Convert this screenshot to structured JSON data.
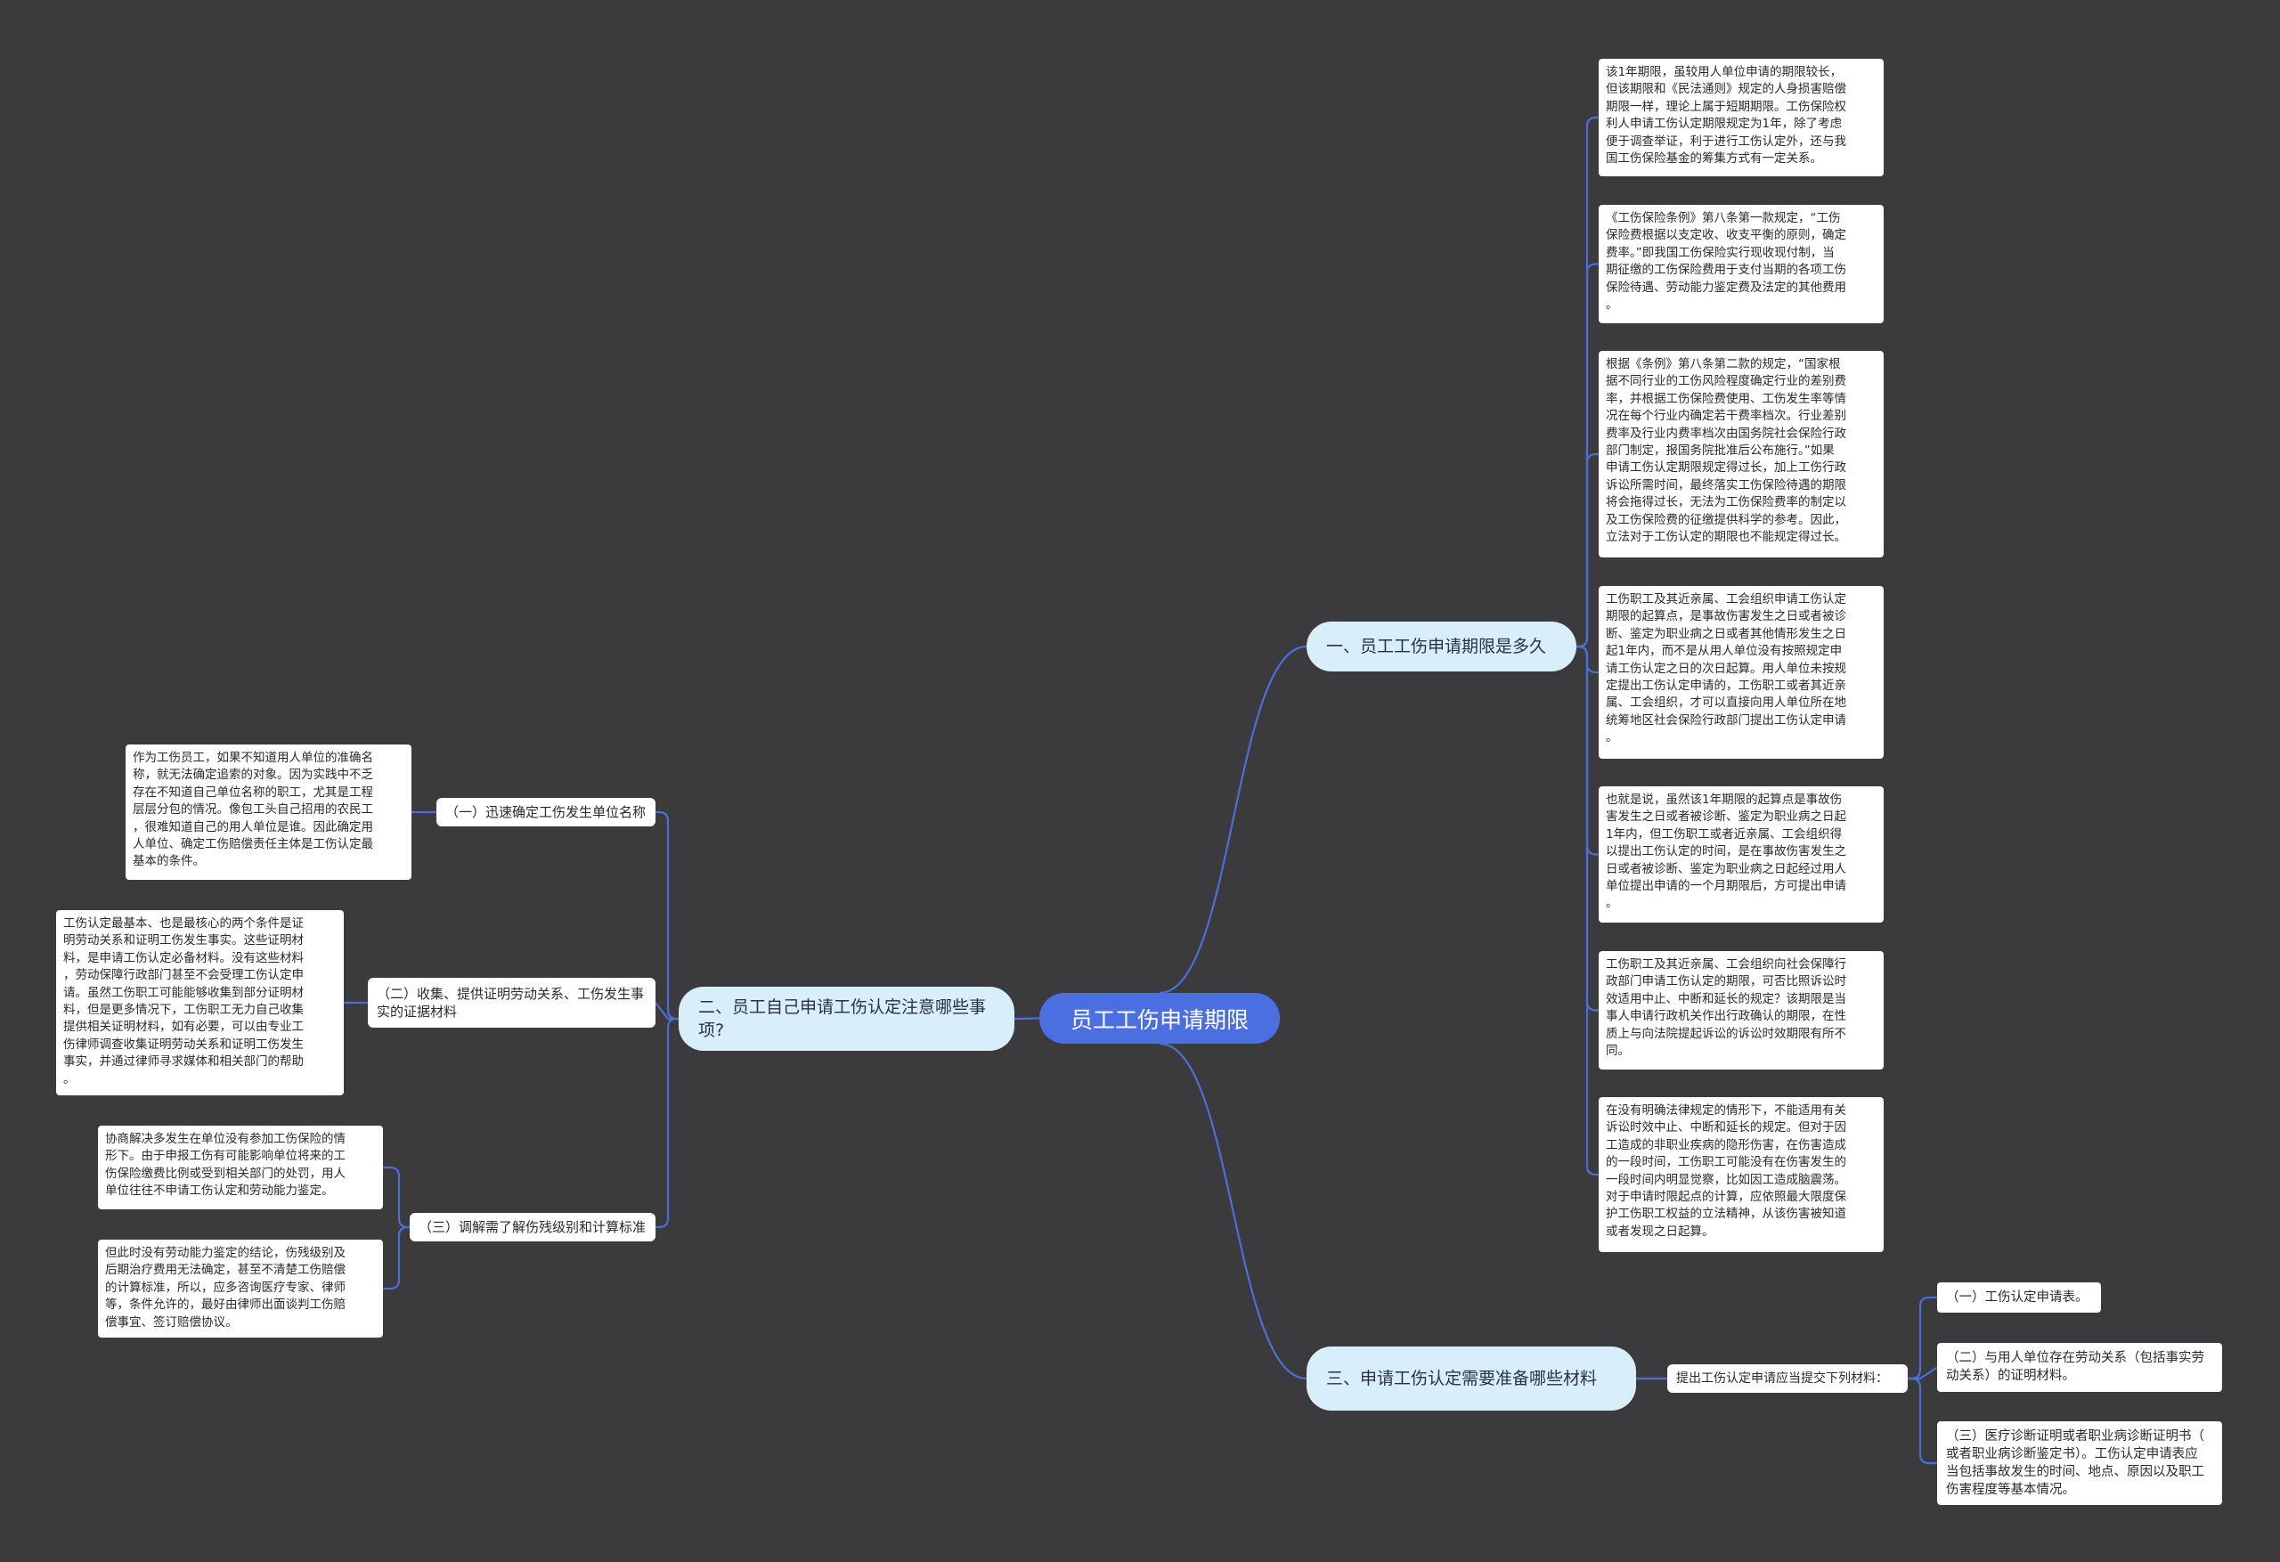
{
  "root": {
    "label": "员工工伤申请期限"
  },
  "branch1": {
    "label": "一、员工工伤申请期限是多久",
    "leaves": [
      "该1年期限，虽较用人单位申请的期限较长，\n但该期限和《民法通则》规定的人身损害赔偿\n期限一样，理论上属于短期期限。工伤保险权\n利人申请工伤认定期限规定为1年，除了考虑\n便于调查举证，利于进行工伤认定外，还与我\n国工伤保险基金的筹集方式有一定关系。",
      "《工伤保险条例》第八条第一款规定，“工伤\n保险费根据以支定收、收支平衡的原则，确定\n费率。”即我国工伤保险实行现收现付制，当\n期征缴的工伤保险费用于支付当期的各项工伤\n保险待遇、劳动能力鉴定费及法定的其他费用\n。",
      "根据《条例》第八条第二款的规定，“国家根\n据不同行业的工伤风险程度确定行业的差别费\n率，并根据工伤保险费使用、工伤发生率等情\n况在每个行业内确定若干费率档次。行业差别\n费率及行业内费率档次由国务院社会保险行政\n部门制定，报国务院批准后公布施行。”如果\n申请工伤认定期限规定得过长，加上工伤行政\n诉讼所需时间，最终落实工伤保险待遇的期限\n将会拖得过长，无法为工伤保险费率的制定以\n及工伤保险费的征缴提供科学的参考。因此，\n立法对于工伤认定的期限也不能规定得过长。",
      "工伤职工及其近亲属、工会组织申请工伤认定\n期限的起算点，是事故伤害发生之日或者被诊\n断、鉴定为职业病之日或者其他情形发生之日\n起1年内，而不是从用人单位没有按照规定申\n请工伤认定之日的次日起算。用人单位未按规\n定提出工伤认定申请的，工伤职工或者其近亲\n属、工会组织，才可以直接向用人单位所在地\n统筹地区社会保险行政部门提出工伤认定申请\n。",
      "也就是说，虽然该1年期限的起算点是事故伤\n害发生之日或者被诊断、鉴定为职业病之日起\n1年内，但工伤职工或者近亲属、工会组织得\n以提出工伤认定的时间，是在事故伤害发生之\n日或者被诊断、鉴定为职业病之日起经过用人\n单位提出申请的一个月期限后，方可提出申请\n。",
      "工伤职工及其近亲属、工会组织向社会保障行\n政部门申请工伤认定的期限，可否比照诉讼时\n效适用中止、中断和延长的规定？该期限是当\n事人申请行政机关作出行政确认的期限，在性\n质上与向法院提起诉讼的诉讼时效期限有所不\n同。",
      "在没有明确法律规定的情形下，不能适用有关\n诉讼时效中止、中断和延长的规定。但对于因\n工造成的非职业疾病的隐形伤害，在伤害造成\n的一段时间，工伤职工可能没有在伤害发生的\n一段时间内明显觉察，比如因工造成脑震荡。\n对于申请时限起点的计算，应依照最大限度保\n护工伤职工权益的立法精神，从该伤害被知道\n或者发现之日起算。"
    ]
  },
  "branch2": {
    "label": "二、员工自己申请工伤认定注意哪些事项?",
    "subs": [
      {
        "label": "（一）迅速确定工伤发生单位名称",
        "leaves": [
          "作为工伤员工，如果不知道用人单位的准确名\n称，就无法确定追索的对象。因为实践中不乏\n存在不知道自己单位名称的职工，尤其是工程\n层层分包的情况。像包工头自己招用的农民工\n，很难知道自己的用人单位是谁。因此确定用\n人单位、确定工伤赔偿责任主体是工伤认定最\n基本的条件。"
        ]
      },
      {
        "label": "（二）收集、提供证明劳动关系、工伤发生事实的证据材料",
        "leaves": [
          "工伤认定最基本、也是最核心的两个条件是证\n明劳动关系和证明工伤发生事实。这些证明材\n料，是申请工伤认定必备材料。没有这些材料\n，劳动保障行政部门甚至不会受理工伤认定申\n请。虽然工伤职工可能能够收集到部分证明材\n料，但是更多情况下，工伤职工无力自己收集\n提供相关证明材料，如有必要，可以由专业工\n伤律师调查收集证明劳动关系和证明工伤发生\n事实，并通过律师寻求媒体和相关部门的帮助\n。"
        ]
      },
      {
        "label": "（三）调解需了解伤残级别和计算标准",
        "leaves": [
          "协商解决多发生在单位没有参加工伤保险的情\n形下。由于申报工伤有可能影响单位将来的工\n伤保险缴费比例或受到相关部门的处罚，用人\n单位往往不申请工伤认定和劳动能力鉴定。",
          "但此时没有劳动能力鉴定的结论，伤残级别及\n后期治疗费用无法确定，甚至不清楚工伤赔偿\n的计算标准，所以，应多咨询医疗专家、律师\n等，条件允许的，最好由律师出面谈判工伤赔\n偿事宜、签订赔偿协议。"
        ]
      }
    ]
  },
  "branch3": {
    "label": "三、申请工伤认定需要准备哪些材料",
    "sub": {
      "label": "提出工伤认定申请应当提交下列材料："
    },
    "leaves": [
      "（一）工伤认定申请表。",
      "（二）与用人单位存在劳动关系（包括事实劳\n动关系）的证明材料。",
      "（三）医疗诊断证明或者职业病诊断证明书（\n或者职业病诊断鉴定书）。工伤认定申请表应\n当包括事故发生的时间、地点、原因以及职工\n伤害程度等基本情况。"
    ]
  },
  "colors": {
    "background": "#3b3a3c",
    "root_fill": "#4b6fe0",
    "branch_fill": "#d8eefb",
    "connector": "#4a6fd8"
  }
}
